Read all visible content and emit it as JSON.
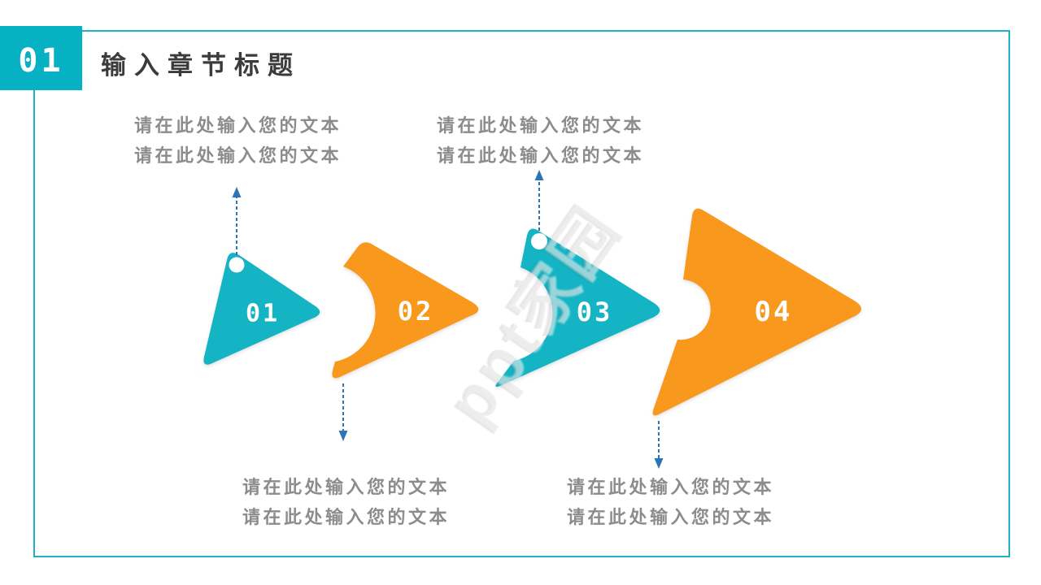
{
  "meta": {
    "badge_number": "01",
    "section_title": "输入章节标题",
    "watermark": "ppt家园"
  },
  "colors": {
    "teal": "#14b4c4",
    "orange": "#f8981d",
    "frame_teal": "#1fb1c3",
    "connector_blue": "#2e74b5",
    "caption_gray": "#8c8c8c",
    "title_dark": "#3b3b3b"
  },
  "steps": [
    {
      "number": "01",
      "color": "teal"
    },
    {
      "number": "02",
      "color": "orange"
    },
    {
      "number": "03",
      "color": "teal"
    },
    {
      "number": "04",
      "color": "orange"
    }
  ],
  "captions": {
    "top_left": {
      "line1": "请在此处输入您的文本",
      "line2": "请在此处输入您的文本"
    },
    "top_right": {
      "line1": "请在此处输入您的文本",
      "line2": "请在此处输入您的文本"
    },
    "bottom_left": {
      "line1": "请在此处输入您的文本",
      "line2": "请在此处输入您的文本"
    },
    "bottom_right": {
      "line1": "请在此处输入您的文本",
      "line2": "请在此处输入您的文本"
    }
  }
}
